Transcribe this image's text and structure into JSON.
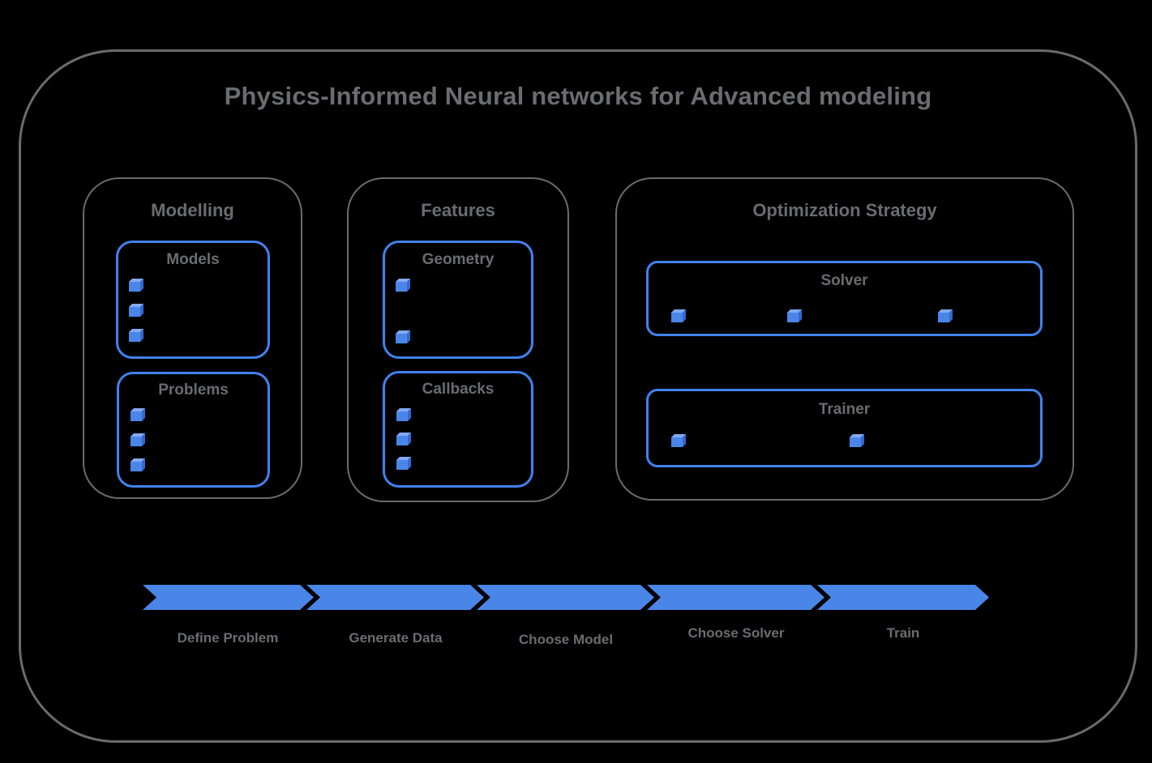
{
  "title": "Physics-Informed Neural networks for Advanced modeling",
  "sections": {
    "modelling": {
      "label": "Modelling",
      "groups": {
        "models": {
          "label": "Models",
          "item_count": 3
        },
        "problems": {
          "label": "Problems",
          "item_count": 3
        }
      }
    },
    "features": {
      "label": "Features",
      "groups": {
        "geometry": {
          "label": "Geometry",
          "item_count": 2
        },
        "callbacks": {
          "label": "Callbacks",
          "item_count": 3
        }
      }
    },
    "optimization": {
      "label": "Optimization Strategy",
      "groups": {
        "solver": {
          "label": "Solver",
          "item_count": 3
        },
        "trainer": {
          "label": "Trainer",
          "item_count": 2
        }
      }
    }
  },
  "workflow": {
    "steps": [
      {
        "label": "Define Problem"
      },
      {
        "label": "Generate Data"
      },
      {
        "label": "Choose Model"
      },
      {
        "label": "Choose Solver"
      },
      {
        "label": "Train"
      }
    ]
  },
  "colors": {
    "bg": "#000000",
    "border_gray": "#6b6b6b",
    "text_gray": "#6a6c70",
    "accent_blue": "#4182ee",
    "arrow_blue": "#4a86e8",
    "cube_top": "#82a9f2",
    "cube_side": "#3468cf"
  }
}
